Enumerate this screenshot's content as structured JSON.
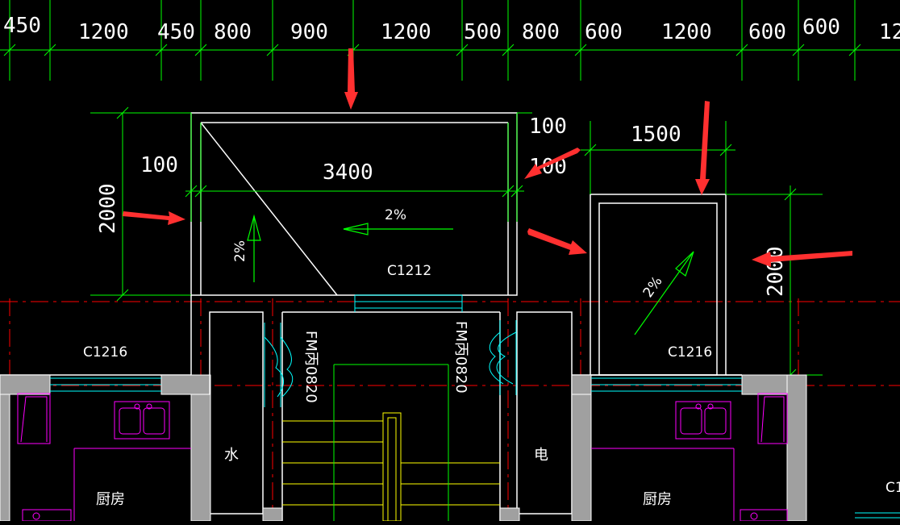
{
  "drawing": {
    "top_dims": [
      "450",
      "1200",
      "450",
      "800",
      "900",
      "1200",
      "500",
      "800",
      "600",
      "1200",
      "600",
      "600",
      "12"
    ],
    "dims": {
      "left_width": "3400",
      "left_offset": "100",
      "left_height": "2000",
      "mid_top": "100",
      "mid_bottom": "100",
      "right_width": "1500",
      "right_height": "2000"
    },
    "slopes": {
      "left_vertical": "2%",
      "left_horizontal": "2%",
      "right_diagonal": "2%"
    },
    "windows": {
      "c1212": "C1212",
      "c1216_left": "C1216",
      "c1216_right": "C1216",
      "c1_edge": "C1"
    },
    "doors": {
      "left": "FM丙0820",
      "right": "FM丙0820"
    },
    "rooms": {
      "water": "水",
      "electric": "电",
      "kitchen_left": "厨房",
      "kitchen_right": "厨房"
    },
    "colors": {
      "background": "#000000",
      "dim_line": "#00ff00",
      "axis": "#ff0000",
      "wall": "#ffffff",
      "window": "#00ffff",
      "fixture": "#ff00ff",
      "stair": "#ffff00",
      "annotation_arrow": "#ff3030",
      "column": "#a0a0a0"
    }
  }
}
